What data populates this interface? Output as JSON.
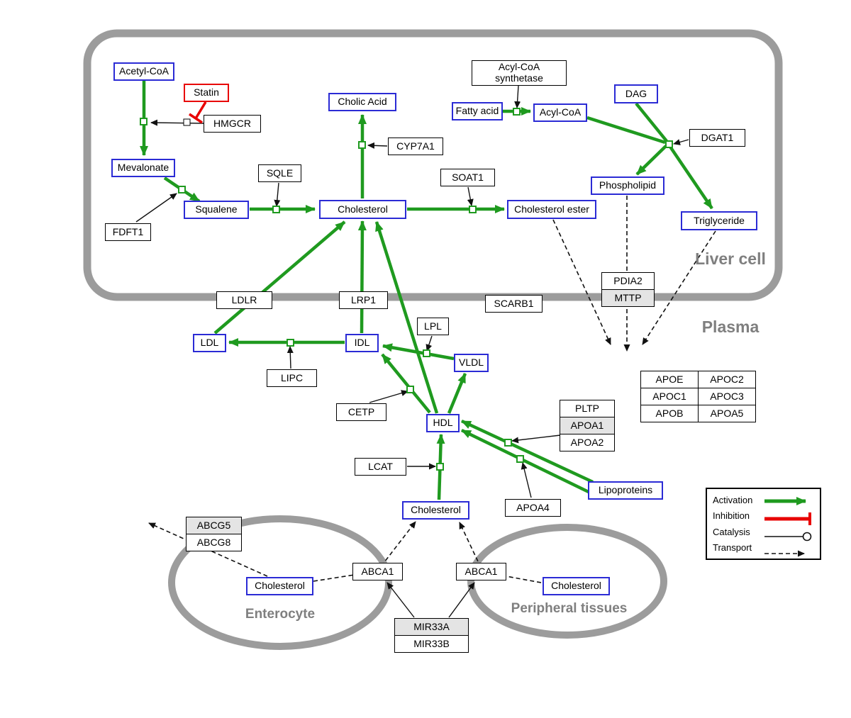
{
  "compartments": {
    "liver_cell": "Liver cell",
    "plasma": "Plasma",
    "enterocyte": "Enterocyte",
    "peripheral_tissues": "Peripheral tissues"
  },
  "nodes": {
    "acetyl_coa": "Acetyl-CoA",
    "statin": "Statin",
    "hmgcr": "HMGCR",
    "mevalonate": "Mevalonate",
    "fdft1": "FDFT1",
    "squalene": "Squalene",
    "sqle": "SQLE",
    "cholesterol_liver": "Cholesterol",
    "cholic_acid": "Cholic Acid",
    "cyp7a1": "CYP7A1",
    "soat1": "SOAT1",
    "cholesterol_ester": "Cholesterol ester",
    "fatty_acid": "Fatty acid",
    "acyl_coa_synthetase": "Acyl-CoA synthetase",
    "acyl_coa": "Acyl-CoA",
    "dag": "DAG",
    "dgat1": "DGAT1",
    "phospholipid": "Phospholipid",
    "triglyceride": "Triglyceride",
    "pdia2": "PDIA2",
    "mttp": "MTTP",
    "ldlr": "LDLR",
    "lrp1": "LRP1",
    "scarb1": "SCARB1",
    "ldl": "LDL",
    "idl": "IDL",
    "vldl": "VLDL",
    "hdl": "HDL",
    "lpl": "LPL",
    "lipc": "LIPC",
    "cetp": "CETP",
    "lcat": "LCAT",
    "pltp": "PLTP",
    "apoa1": "APOA1",
    "apoa2": "APOA2",
    "apoa4": "APOA4",
    "apoe": "APOE",
    "apoc2": "APOC2",
    "apoc1": "APOC1",
    "apoc3": "APOC3",
    "apob": "APOB",
    "apoa5": "APOA5",
    "lipoproteins": "Lipoproteins",
    "cholesterol_plasma": "Cholesterol",
    "cholesterol_enterocyte": "Cholesterol",
    "cholesterol_peripheral": "Cholesterol",
    "abcg5": "ABCG5",
    "abcg8": "ABCG8",
    "abca1_enterocyte": "ABCA1",
    "abca1_peripheral": "ABCA1",
    "mir33a": "MIR33A",
    "mir33b": "MIR33B"
  },
  "legend": {
    "activation": "Activation",
    "inhibition": "Inhibition",
    "catalysis": "Catalysis",
    "transport": "Transport"
  },
  "colors": {
    "activation_green": "#1f9a1f",
    "inhibition_red": "#e80000",
    "metabolite_border_blue": "#2b2bd5",
    "membrane_gray": "#9c9c9c",
    "transport_black": "#111111"
  }
}
